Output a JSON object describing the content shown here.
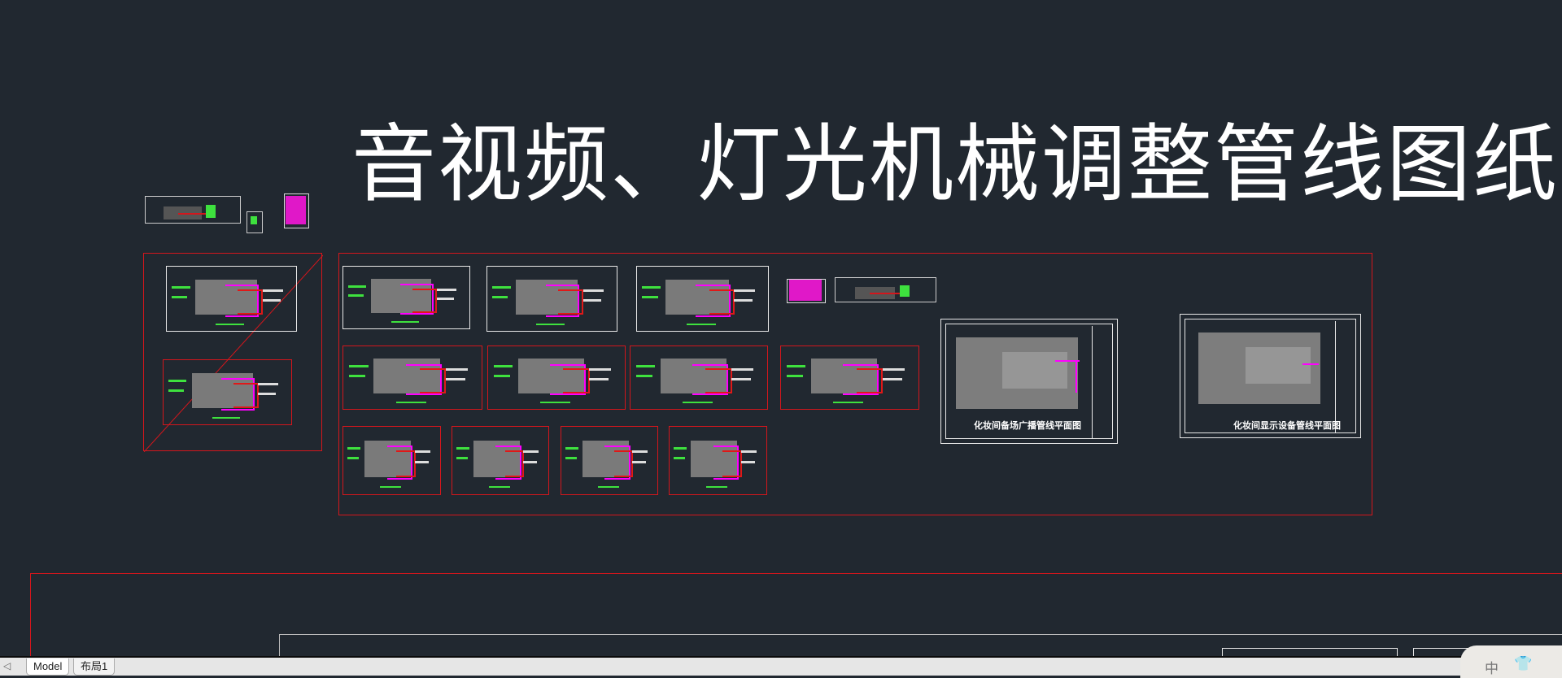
{
  "drawing": {
    "title": "音视频、灯光机械调整管线图纸",
    "floor_plans": [
      {
        "label": "化妆间备场广播管线平面图"
      },
      {
        "label": "化妆间显示设备管线平面图"
      }
    ]
  },
  "colors": {
    "background": "#212830",
    "frame_red": "#d4161c",
    "frame_white": "#e8e8e8",
    "accent_magenta": "#ff00ff",
    "accent_green": "#3ee13e"
  },
  "tabs": {
    "scroll_left": "◁",
    "model": "Model",
    "layout1": "布局1"
  },
  "ime": {
    "mode": "中",
    "skin_icon": "shirt-icon"
  }
}
